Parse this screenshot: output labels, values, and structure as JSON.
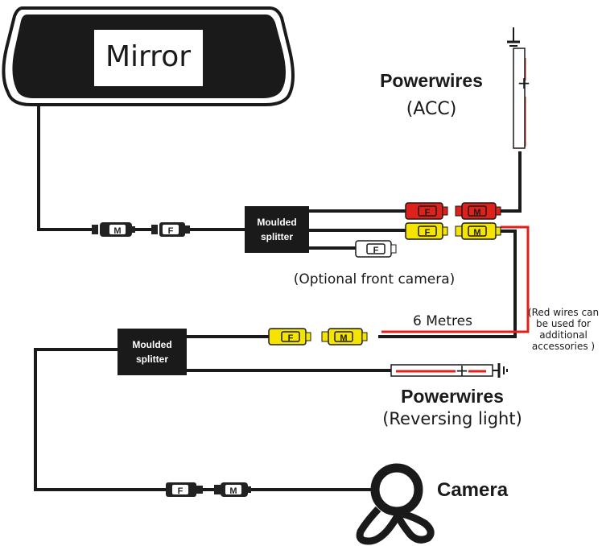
{
  "mirror": {
    "label": "Mirror"
  },
  "splitters": {
    "top": {
      "line1": "Moulded",
      "line2": "splitter"
    },
    "bottom": {
      "line1": "Moulded",
      "line2": "splitter"
    }
  },
  "connectors": {
    "male": "M",
    "female": "F"
  },
  "power_acc": {
    "title": "Powerwires",
    "subtitle": "(ACC)",
    "plus": "+"
  },
  "power_reverse": {
    "title": "Powerwires",
    "subtitle": "(Reversing light)",
    "plus": "+"
  },
  "optional_label": "(Optional front camera)",
  "cable_length": "6 Metres",
  "red_note": [
    "(Red wires can",
    "be used for",
    "additional",
    "accessories )"
  ],
  "camera_label": "Camera",
  "colors": {
    "wire": "#1a1a1a",
    "red": "#e0201b",
    "yellow": "#f5e400",
    "connector_dark": "#222222",
    "white": "#ffffff"
  }
}
